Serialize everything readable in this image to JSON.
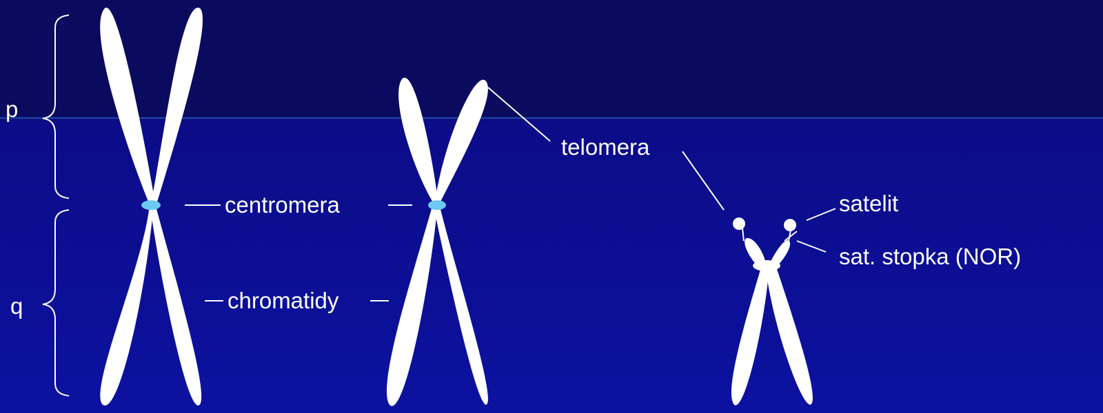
{
  "labels": {
    "p": "p",
    "q": "q",
    "centromere_1": "centromera",
    "centromere_2": "centromera",
    "chromatids": "chromatidy",
    "telomere": "telomera",
    "satellite": "satelit",
    "satellite_stalk": "sat. stopka (NOR)"
  },
  "colors": {
    "background_top": "#0a0a5e",
    "background_bottom": "#0c12a0",
    "chromosome": "#ffffff",
    "centromere": "#6cc8f4"
  }
}
